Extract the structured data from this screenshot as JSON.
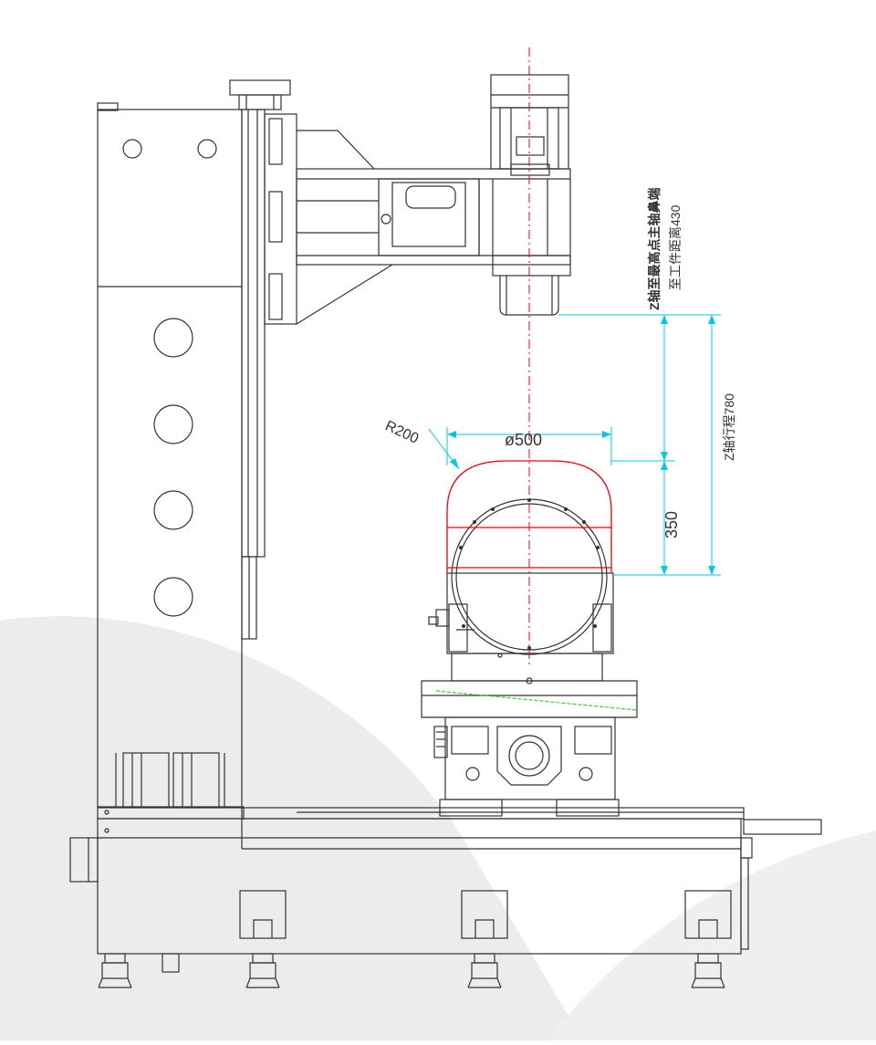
{
  "diagram": {
    "labels": {
      "spindle_to_work_line1": "Z轴至最高点主轴鼻端",
      "spindle_to_work_line2": "至工件距离430",
      "z_travel": "Z轴行程780",
      "dim_350": "350",
      "dim_diameter": "ø500",
      "dim_radius": "R200"
    },
    "colors": {
      "line": "#333333",
      "centerline": "#e8000b",
      "dimension": "#00c8e6",
      "profile": "#e8000b",
      "accent": "#30d040",
      "background_shape": "#eeeeee"
    }
  }
}
